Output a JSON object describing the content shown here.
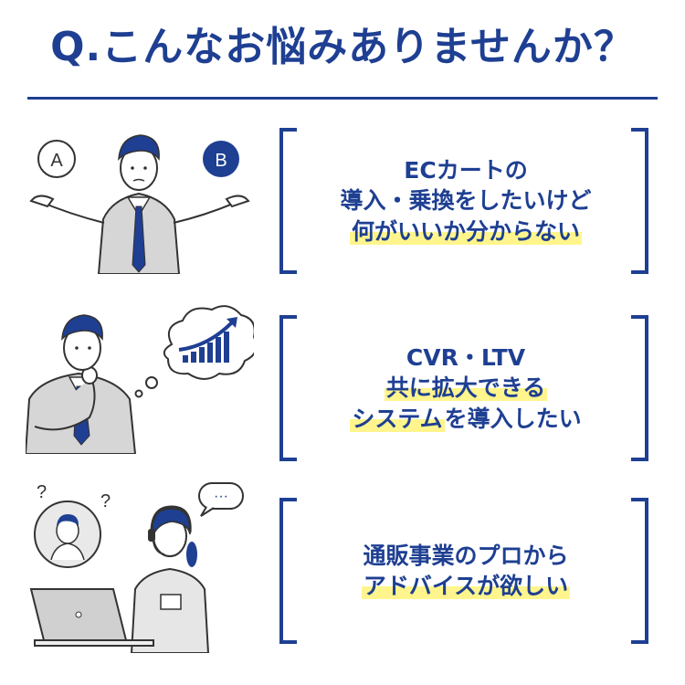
{
  "title": "Q.こんなお悩みありませんか？",
  "items": [
    {
      "lines": [
        {
          "pre": "ECカートの",
          "hl": "",
          "post": ""
        },
        {
          "pre": "導入・乗換をしたいけど",
          "hl": "",
          "post": ""
        },
        {
          "pre": "",
          "hl": "何がいいか分からない",
          "post": ""
        }
      ],
      "bubble_a": "A",
      "bubble_b": "B"
    },
    {
      "lines": [
        {
          "pre": "CVR・LTV",
          "hl": "",
          "post": ""
        },
        {
          "pre": "",
          "hl": "共に拡大できる",
          "post": ""
        },
        {
          "pre": "",
          "hl": "システム",
          "post": "を導入したい"
        }
      ]
    },
    {
      "lines": [
        {
          "pre": "通販事業のプロから",
          "hl": "",
          "post": ""
        },
        {
          "pre": "",
          "hl": "アドバイスが欲しい",
          "post": ""
        }
      ],
      "speech_dots": "···"
    }
  ],
  "colors": {
    "navy": "#1e3f92",
    "highlight": "#fff58c",
    "suit": "#cfcfcf"
  }
}
